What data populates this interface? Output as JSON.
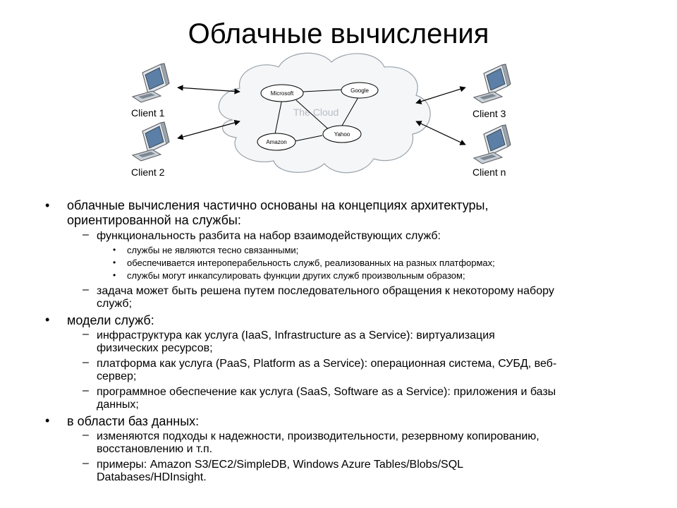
{
  "slide": {
    "title": "Облачные вычисления"
  },
  "diagram": {
    "cloud_label": "The Cloud",
    "nodes": {
      "microsoft": "Microsoft",
      "google": "Google",
      "amazon": "Amazon",
      "yahoo": "Yahoo"
    },
    "clients": {
      "client1": "Client 1",
      "client2": "Client 2",
      "client3": "Client 3",
      "clientn": "Client n"
    }
  },
  "bullets": {
    "b1": {
      "l1a": "облачные вычисления частично основаны на концепциях архитектуры,",
      "l1b": "ориентированной на службы:",
      "s1": "функциональность разбита на набор взаимодействующих служб:",
      "s1_1": "службы не являются тесно связанными;",
      "s1_2": "обеспечивается интероперабельность служб, реализованных на разных платформах;",
      "s1_3": "службы могут инкапсулировать функции других служб произвольным образом;",
      "s2a": "задача может быть решена путем последовательного обращения к некоторому набору",
      "s2b": "служб;"
    },
    "b2": {
      "l": "модели служб:",
      "s1a": "инфраструктура как услуга (IaaS, Infrastructure as a Service): виртуализация",
      "s1b": "физических ресурсов;",
      "s2a": "платформа как услуга (PaaS, Platform as a Service): операционная система, СУБД, веб-",
      "s2b": "сервер;",
      "s3a": "программное обеспечение как услуга (SaaS, Software as a Service): приложения и базы",
      "s3b": "данных;"
    },
    "b3": {
      "l": "в области баз данных:",
      "s1a": "изменяются подходы к надежности, производительности, резервному копированию,",
      "s1b": "восстановлению и т.п.",
      "s2a": "примеры: Amazon S3/EC2/SimpleDB, Windows Azure Tables/Blobs/SQL",
      "s2b": "Databases/HDInsight."
    }
  }
}
